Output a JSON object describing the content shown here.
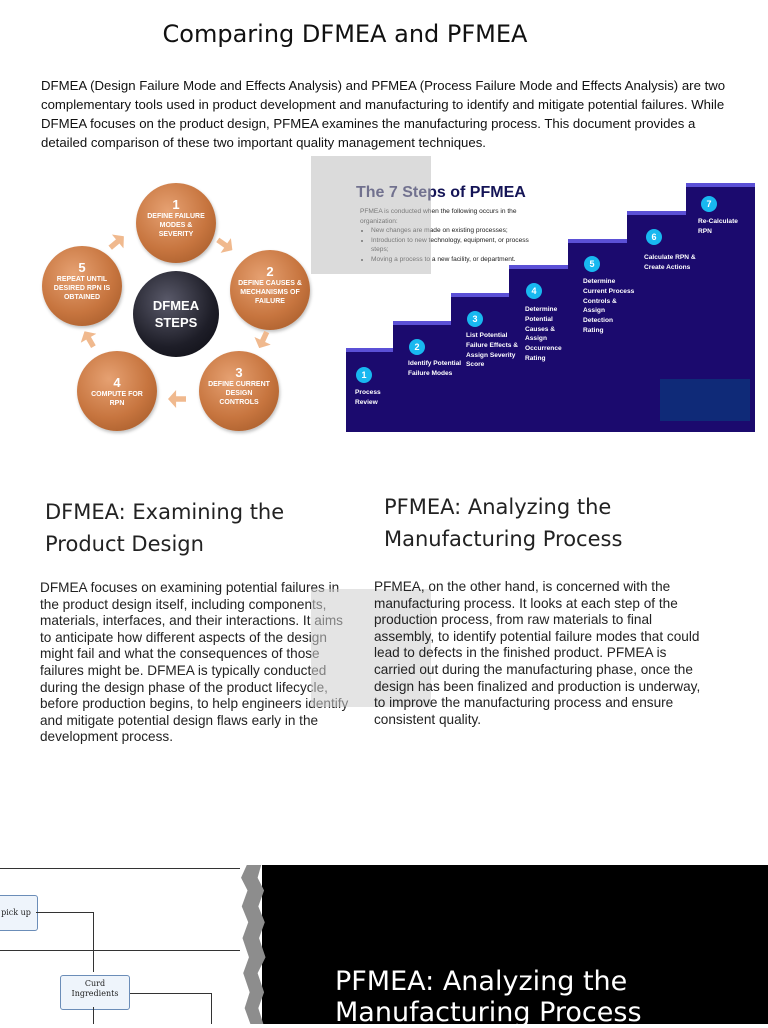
{
  "document": {
    "title": "Comparing DFMEA and PFMEA",
    "intro": "DFMEA (Design Failure Mode and Effects Analysis) and PFMEA (Process Failure Mode and Effects Analysis) are two complementary tools used in product development and manufacturing to identify and mitigate potential failures. While DFMEA focuses on the product design, PFMEA examines the manufacturing process. This document provides a detailed comparison of these two important quality management techniques."
  },
  "dfmea_diagram": {
    "hub": "DFMEA STEPS",
    "steps": [
      {
        "num": "1",
        "label": "DEFINE FAILURE MODES & SEVERITY"
      },
      {
        "num": "2",
        "label": "DEFINE CAUSES & MECHANISMS OF FAILURE"
      },
      {
        "num": "3",
        "label": "DEFINE CURRENT DESIGN CONTROLS"
      },
      {
        "num": "4",
        "label": "COMPUTE FOR RPN"
      },
      {
        "num": "5",
        "label": "REPEAT UNTIL DESIRED RPN IS OBTAINED"
      }
    ],
    "colors": {
      "step": "#c7753f",
      "hub": "#1e1e28",
      "arrow": "#f0b98e"
    }
  },
  "pfmea_steps": {
    "title": "The 7 Steps of PFMEA",
    "intro": "PFMEA is conducted when the following occurs in the organization:",
    "bullets": [
      "New changes are made on existing processes;",
      "Introduction to new technology, equipment, or process steps;",
      "Moving a process to a new facility, or department."
    ],
    "steps": [
      {
        "num": "1",
        "label": "Process Review"
      },
      {
        "num": "2",
        "label": "Identify Potential Failure Modes"
      },
      {
        "num": "3",
        "label": "List Potential Failure Effects & Assign Severity Score"
      },
      {
        "num": "4",
        "label": "Determine Potential Causes & Assign Occurrence Rating"
      },
      {
        "num": "5",
        "label": "Determine Current Process Controls & Assign Detection Rating"
      },
      {
        "num": "6",
        "label": "Calculate RPN & Create Actions"
      },
      {
        "num": "7",
        "label": "Re-Calculate RPN"
      }
    ],
    "colors": {
      "background": "#1b0a6e",
      "edge": "#5b50d6",
      "badge": "#18b8f0"
    }
  },
  "dfmea_section": {
    "heading": "DFMEA: Examining the Product Design",
    "body": "DFMEA focuses on examining potential failures in the product design itself, including components, materials, interfaces, and their interactions. It aims to anticipate how different aspects of the design might fail and what the consequences of those failures might be. DFMEA is typically conducted during the design phase of the product lifecycle, before production begins, to help engineers identify and mitigate potential design flaws early in the development process."
  },
  "pfmea_section": {
    "heading": "PFMEA: Analyzing the Manufacturing Process",
    "body": "PFMEA, on the other hand, is concerned with the manufacturing process. It looks at each step of the production process, from raw materials to final assembly, to identify potential failure modes that could lead to defects in the finished product. PFMEA is carried out during the manufacturing phase, once the design has been finalized and production is underway, to improve the manufacturing process and ensure consistent quality."
  },
  "flowchart": {
    "boxes": [
      {
        "label": "pick up"
      },
      {
        "label": "Curd Ingredients"
      }
    ]
  },
  "banner": {
    "title": "PFMEA: Analyzing the Manufacturing Process"
  }
}
